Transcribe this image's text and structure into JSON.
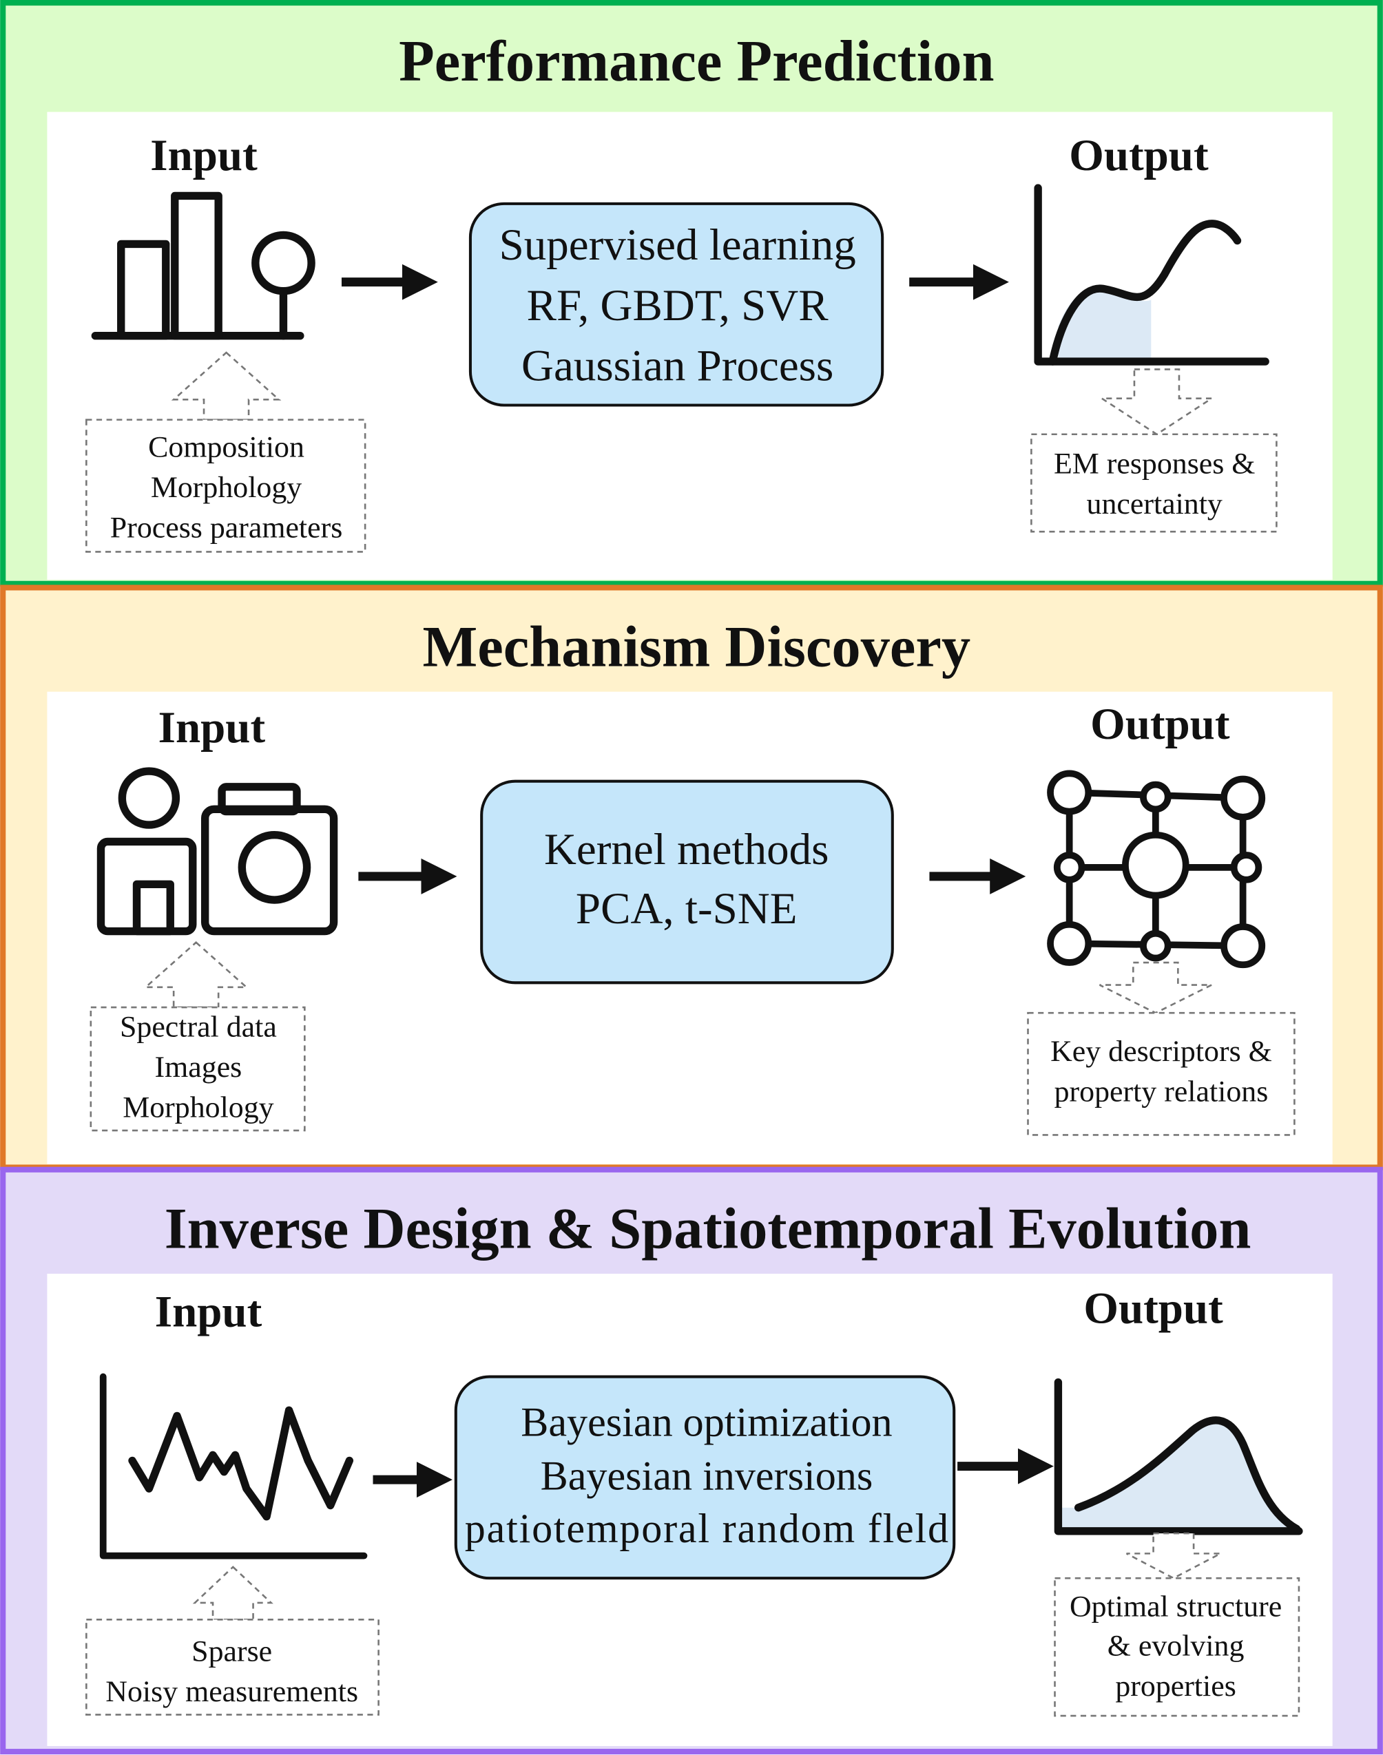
{
  "colors": {
    "panel1_border": "#00b050",
    "panel1_fill": "#dcfcc9",
    "panel2_border": "#e07828",
    "panel2_fill": "#fff2cc",
    "panel3_border": "#9966ee",
    "panel3_fill": "#e3daf8",
    "method_box_fill": "#c5e6fa",
    "curve_fill": "#dce9f5"
  },
  "panels": [
    {
      "title": "Performance Prediction",
      "input_label": "Input",
      "output_label": "Output",
      "method_lines": [
        "Supervised learning",
        "RF, GBDT, SVR",
        "Gaussian Process"
      ],
      "input_notes": [
        "Composition",
        "Morphology",
        "Process parameters"
      ],
      "output_notes": [
        "EM responses &",
        "uncertainty"
      ]
    },
    {
      "title": "Mechanism Discovery",
      "input_label": "Input",
      "output_label": "Output",
      "method_lines": [
        "Kernel methods",
        "PCA, t-SNE"
      ],
      "input_notes": [
        "Spectral data",
        "Images",
        "Morphology"
      ],
      "output_notes": [
        "Key descriptors &",
        "property relations"
      ]
    },
    {
      "title": "Inverse Design & Spatiotemporal Evolution",
      "input_label": "Input",
      "output_label": "Output",
      "method_lines": [
        "Bayesian optimization",
        "Bayesian inversions",
        "patiotemporal  random  fleld"
      ],
      "input_notes": [
        "Sparse",
        "Noisy measurements"
      ],
      "output_notes": [
        "Optimal structure",
        "& evolving",
        "properties"
      ]
    }
  ]
}
